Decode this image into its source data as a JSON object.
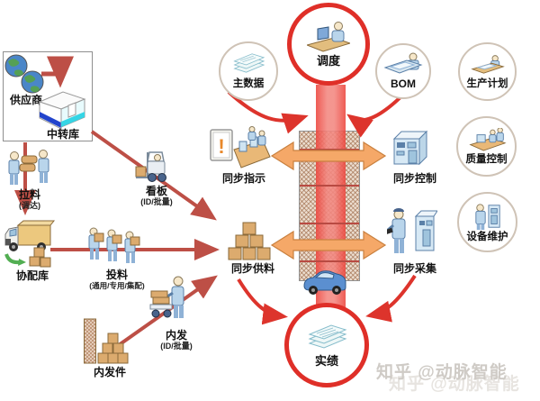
{
  "nodes": {
    "supplier": {
      "label": "供应商"
    },
    "transit_store": {
      "label": "中转库"
    },
    "pull_material": {
      "label": "拉料",
      "sub": "(调达)"
    },
    "kanban": {
      "label": "看板",
      "sub": "(ID/批量)"
    },
    "coop_store": {
      "label": "协配库"
    },
    "feed_material": {
      "label": "投料",
      "sub": "(通用/专用/集配)"
    },
    "internal_parts": {
      "label": "内发件"
    },
    "internal_send": {
      "label": "内发",
      "sub": "(ID/批量)"
    },
    "sync_instruction": {
      "label": "同步指示",
      "icon_mark": "!"
    },
    "sync_supply": {
      "label": "同步供料"
    },
    "sync_control": {
      "label": "同步控制"
    },
    "sync_collect": {
      "label": "同步采集"
    }
  },
  "circles": {
    "dispatch": {
      "label": "调度"
    },
    "master_data": {
      "label": "主数据"
    },
    "bom": {
      "label": "BOM"
    },
    "production_plan": {
      "label": "生产计划"
    },
    "quality_control": {
      "label": "质量控制"
    },
    "equipment_maintenance": {
      "label": "设备维护"
    },
    "results": {
      "label": "实绩"
    }
  },
  "watermark": {
    "text": "知乎 @动脉智能"
  },
  "colors": {
    "accent_red": "#df2f28",
    "band_red": "#ec453d",
    "connector_red": "#bd4f46",
    "arrow_orange": "#f5a868",
    "hatch_tan": "#ecddcf"
  }
}
